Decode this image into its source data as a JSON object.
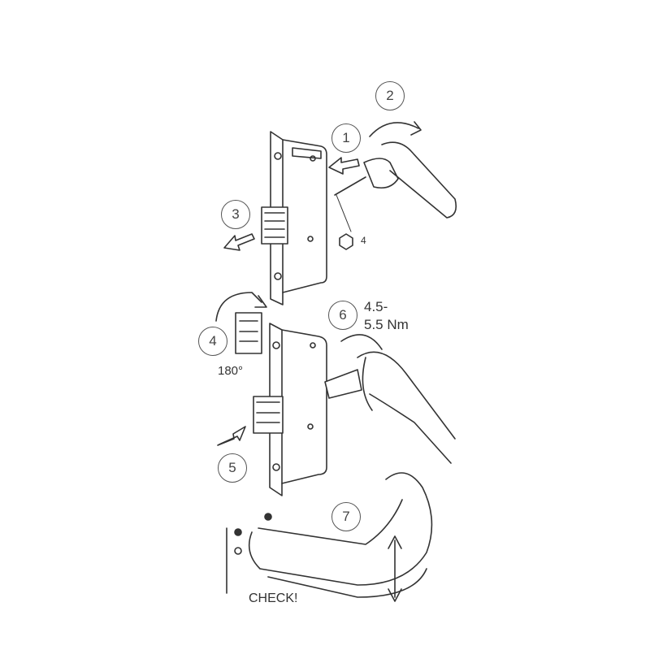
{
  "steps": {
    "s1": "1",
    "s2": "2",
    "s3": "3",
    "s4": "4",
    "s5": "5",
    "s6": "6",
    "s7": "7"
  },
  "hex_key_size": "4",
  "rotation_label": "180°",
  "torque": {
    "line1": "4.5-",
    "line2": "5.5 Nm"
  },
  "check_label": "CHECK!",
  "colors": {
    "line": "#333333",
    "background": "#ffffff"
  }
}
